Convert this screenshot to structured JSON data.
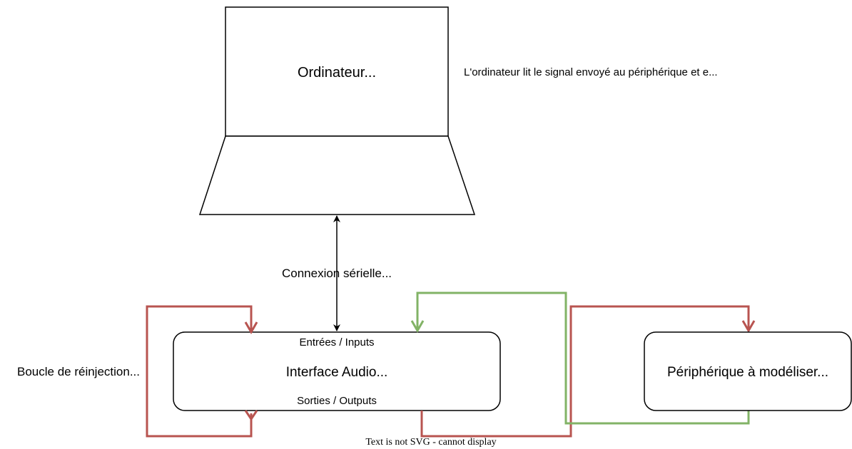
{
  "nodes": {
    "computer": {
      "label": "Ordinateur..."
    },
    "computer_note": {
      "text": "L'ordinateur lit le signal envoyé au périphérique et e..."
    },
    "serial_connection": {
      "label": "Connexion sérielle..."
    },
    "audio_interface": {
      "label": "Interface Audio...",
      "inputs_label": "Entrées / Inputs",
      "outputs_label": "Sorties / Outputs"
    },
    "feedback_loop": {
      "label": "Boucle de réinjection..."
    },
    "device": {
      "label": "Périphérique à modéliser..."
    }
  },
  "footer": {
    "warning": "Text is not SVG - cannot display"
  },
  "colors": {
    "red_line": "#b85450",
    "green_line": "#82b366",
    "stroke": "#000000"
  }
}
